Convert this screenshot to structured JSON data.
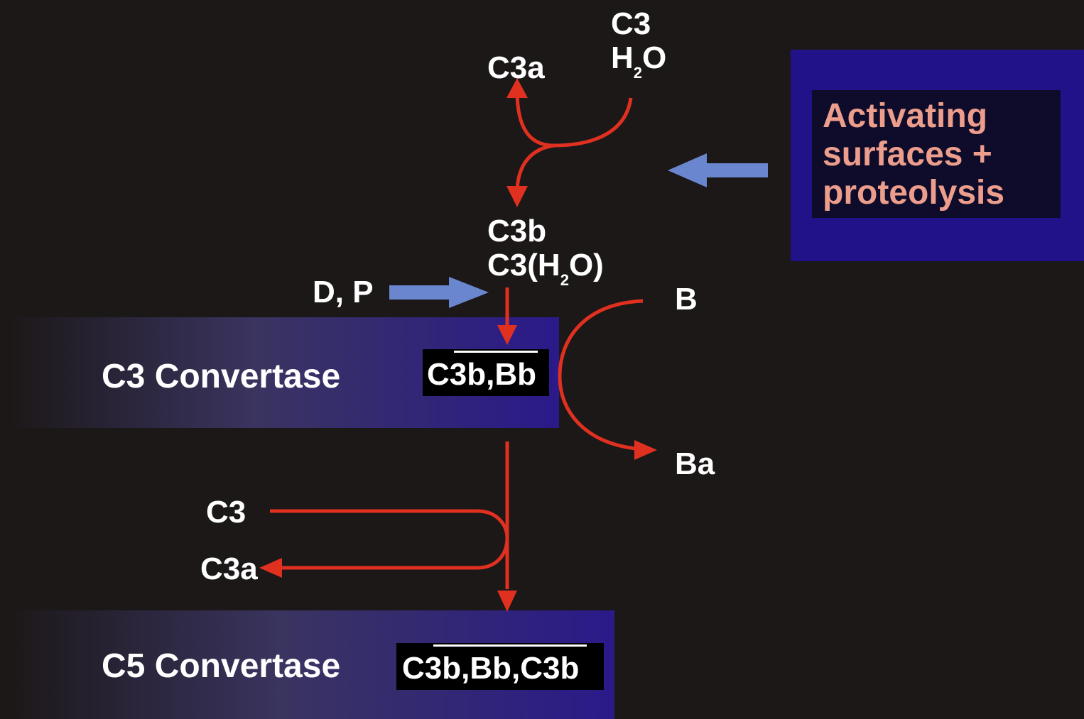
{
  "top": {
    "c3": "C3",
    "h2o_h": "H",
    "h2o_sub": "2",
    "h2o_o": "O",
    "c3a": "C3a"
  },
  "middle": {
    "c3b": "C3b",
    "c3ho_prefix": "C3(H",
    "c3ho_sub": "2",
    "c3ho_suffix": "O)",
    "dp": "D, P",
    "b": "B",
    "ba": "Ba"
  },
  "convertase_c3": {
    "label": "C3 Convertase",
    "complex": "C3b,Bb"
  },
  "lower": {
    "c3": "C3",
    "c3a": "C3a"
  },
  "convertase_c5": {
    "label": "C5 Convertase",
    "complex": "C3b,Bb,C3b"
  },
  "activating": {
    "line1": "Activating",
    "line2": "surfaces +",
    "line3": "proteolysis"
  },
  "colors": {
    "background": "#1c1818",
    "red_arrow": "#e03020",
    "blue_arrow": "#6a86cf",
    "activating_text": "#ec9d8c",
    "activating_box": "#22128a"
  }
}
